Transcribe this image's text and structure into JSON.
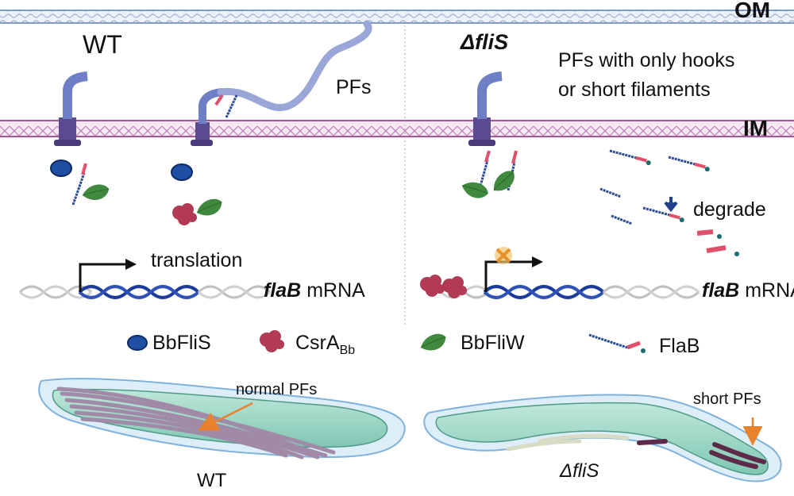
{
  "membranes": {
    "outer": "OM",
    "inner": "IM"
  },
  "wt_panel": {
    "title": "WT",
    "pfs_label": "PFs",
    "translation_label": "translation",
    "mrna_gene": "flaB",
    "mrna_suffix": "mRNA"
  },
  "mutant_panel": {
    "title": "ΔfliS",
    "note_line1": "PFs with only hooks",
    "note_line2": "or short filaments",
    "degrade_label": "degrade",
    "mrna_gene": "flaB",
    "mrna_suffix": "mRNA"
  },
  "legend": {
    "flis": "BbFliS",
    "csra_main": "CsrA",
    "csra_sub": "Bb",
    "fliw": "BbFliW",
    "flab": "FlaB"
  },
  "bottom": {
    "wt_label": "WT",
    "wt_callout": "normal PFs",
    "mutant_label": "ΔfliS",
    "mutant_callout": "short PFs"
  },
  "colors": {
    "membrane_om": "#8aa4c8",
    "membrane_im": "#b06aa6",
    "motor": "#5b4a8f",
    "hook": "#6f7fc6",
    "filament": "#9aa6d8",
    "flis": "#1f4fa3",
    "csra": "#b23a55",
    "fliw": "#3f8a3f",
    "flab_body": "#2a4a96",
    "flab_head": "#e0506a",
    "flab_tip": "#1f6b6b",
    "mrna_blue": "#1c3c9c",
    "mrna_grey": "#b8b8b8",
    "block_x": "#e8922e",
    "arrow_orange": "#e8822e",
    "cell_body": "#9ed6c6",
    "cell_outline": "#9ec6e6"
  }
}
